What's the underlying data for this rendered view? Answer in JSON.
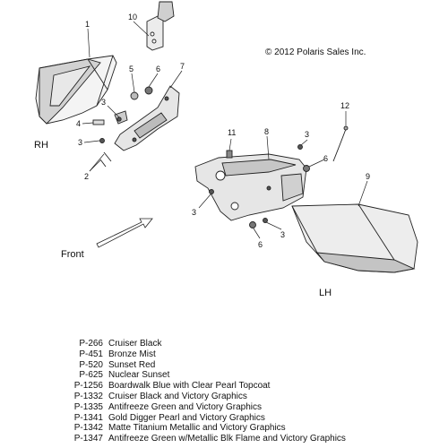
{
  "copyright": "© 2012 Polaris Sales Inc.",
  "side_labels": {
    "rh": "RH",
    "lh": "LH"
  },
  "direction_label": "Front",
  "callouts": {
    "c1": "1",
    "c10": "10",
    "c5": "5",
    "c6a": "6",
    "c7": "7",
    "c3a": "3",
    "c4": "4",
    "c3b": "3",
    "c2": "2",
    "c11": "11",
    "c8": "8",
    "c3c": "3",
    "c12": "12",
    "c6b": "6",
    "c9": "9",
    "c3d": "3",
    "c6c": "6",
    "c3e": "3"
  },
  "legend": [
    {
      "code": "P-266",
      "name": "Cruiser Black"
    },
    {
      "code": "P-451",
      "name": "Bronze Mist"
    },
    {
      "code": "P-520",
      "name": "Sunset Red"
    },
    {
      "code": "P-625",
      "name": "Nuclear Sunset"
    },
    {
      "code": "P-1256",
      "name": "Boardwalk Blue with Clear Pearl Topcoat"
    },
    {
      "code": "P-1332",
      "name": "Cruiser Black and Victory Graphics"
    },
    {
      "code": "P-1335",
      "name": "Antifreeze Green and Victory Graphics"
    },
    {
      "code": "P-1341",
      "name": "Gold Digger Pearl and Victory Graphics"
    },
    {
      "code": "P-1342",
      "name": "Matte Titanium Metallic and Victory Graphics"
    },
    {
      "code": "P-1347",
      "name": "Antifreeze Green w/Metallic Blk Flame and Victory Graphics"
    }
  ]
}
